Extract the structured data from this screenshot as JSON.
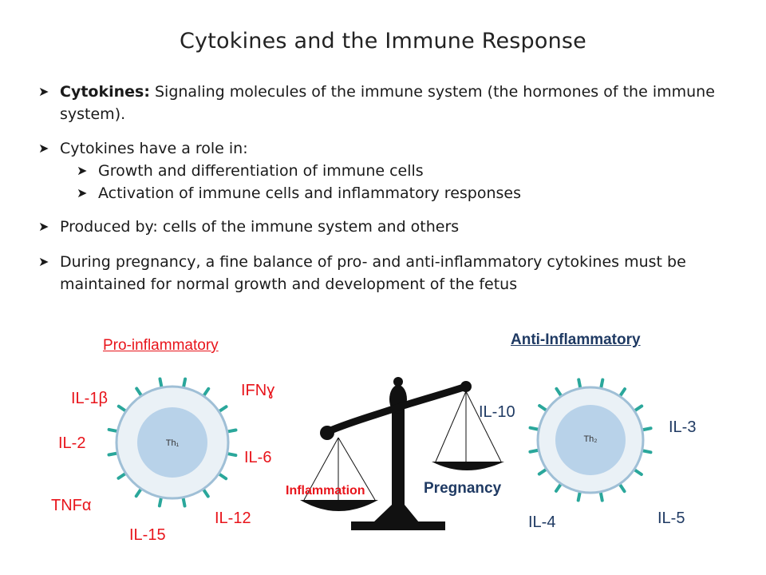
{
  "slide": {
    "title": "Cytokines and the Immune Response",
    "bullets": [
      {
        "bold": "Cytokines:",
        "text": " Signaling molecules of the immune system (the hormones of the immune system)."
      },
      {
        "bold": "",
        "text": "Cytokines have a role in:"
      },
      {
        "bold": "",
        "text": "Growth and differentiation of immune cells"
      },
      {
        "bold": "",
        "text": "Activation of immune cells and inflammatory responses"
      },
      {
        "bold": "",
        "text": "Produced by: cells of the immune system and others"
      },
      {
        "bold": "",
        "text": "During pregnancy, a fine balance of pro- and anti-inflammatory cytokines must be maintained for normal growth and development of the fetus"
      }
    ]
  },
  "diagram": {
    "pro_heading": "Pro-inflammatory",
    "anti_heading": "Anti-Inflammatory",
    "th1_label": "Th₁",
    "th2_label": "Th₂",
    "pro_cytokines": [
      "IL-1β",
      "IFNɣ",
      "IL-2",
      "IL-6",
      "TNFα",
      "IL-12",
      "IL-15"
    ],
    "anti_cytokines": [
      "IL-10",
      "IL-3",
      "IL-4",
      "IL-5"
    ],
    "scale_left": "Inflammation",
    "scale_right": "Pregnancy",
    "colors": {
      "pro": "#e8141b",
      "anti": "#1f3a63",
      "cell_ring": "#e9f0f5",
      "cell_core": "#b9d3ea",
      "receptor": "#2aa79b"
    }
  }
}
